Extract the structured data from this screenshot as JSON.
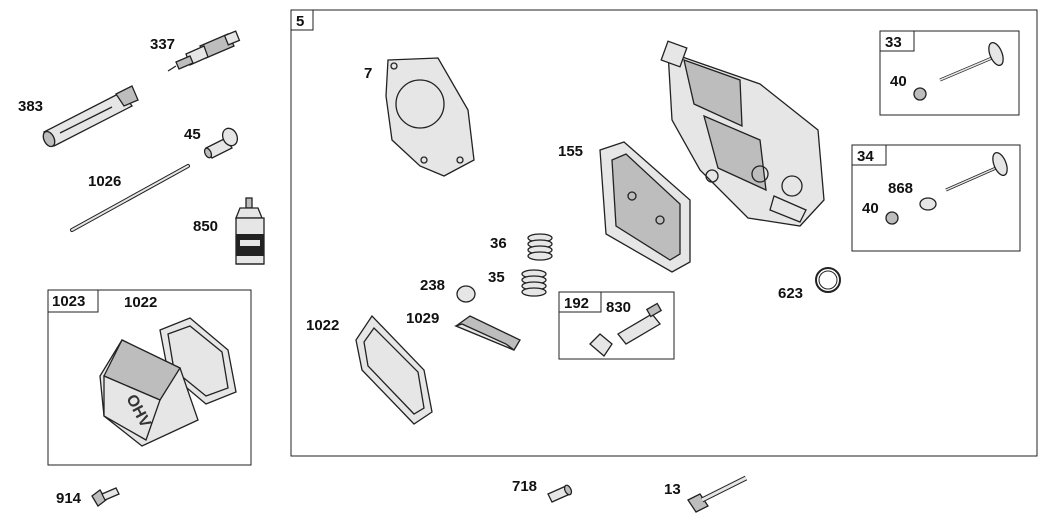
{
  "diagram": {
    "labels": {
      "l337": "337",
      "l383": "383",
      "l45": "45",
      "l1026": "1026",
      "l850": "850",
      "l1023": "1023",
      "l1022a": "1022",
      "l914": "914",
      "l5": "5",
      "l7": "7",
      "l155": "155",
      "l36": "36",
      "l35": "35",
      "l238": "238",
      "l1022b": "1022",
      "l1029": "1029",
      "l192": "192",
      "l830": "830",
      "l623": "623",
      "l33": "33",
      "l40a": "40",
      "l34": "34",
      "l868": "868",
      "l40b": "40",
      "l718": "718",
      "l13": "13"
    },
    "cover_text": "OHV"
  }
}
